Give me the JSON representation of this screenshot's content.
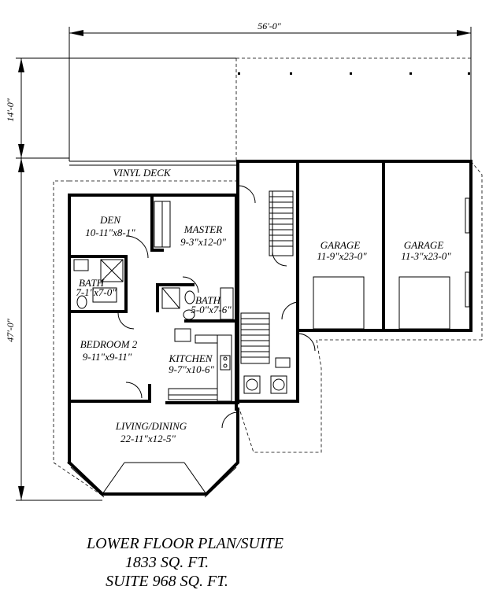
{
  "dimensions": {
    "overall_width": "56'-0\"",
    "upper_depth": "14'-0\"",
    "main_depth": "47'-0\""
  },
  "rooms": {
    "deck": {
      "name": "VINYL DECK"
    },
    "den": {
      "name": "DEN",
      "size": "10-11\"x8-1\""
    },
    "master": {
      "name": "MASTER",
      "size": "9-3\"x12-0\""
    },
    "bath1": {
      "name": "BATH",
      "size": "7-1\"x7-0\""
    },
    "bath2": {
      "name": "BATH",
      "size": "5-0\"x7-6\""
    },
    "bedroom2": {
      "name": "BEDROOM 2",
      "size": "9-11\"x9-11\""
    },
    "kitchen": {
      "name": "KITCHEN",
      "size": "9-7\"x10-6\""
    },
    "living": {
      "name": "LIVING/DINING",
      "size": "22-11\"x12-5\""
    },
    "garage1": {
      "name": "GARAGE",
      "size": "11-9\"x23-0\""
    },
    "garage2": {
      "name": "GARAGE",
      "size": "11-3\"x23-0\""
    }
  },
  "caption": {
    "line1": "LOWER FLOOR PLAN/SUITE",
    "line2": "1833 SQ. FT.",
    "line3": "SUITE 968 SQ. FT."
  }
}
